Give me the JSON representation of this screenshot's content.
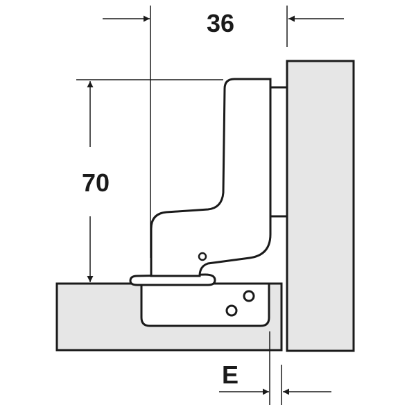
{
  "diagram": {
    "dimensions": {
      "width": {
        "label": "36"
      },
      "height": {
        "label": "70"
      },
      "overlay": {
        "label": "E"
      }
    },
    "colors": {
      "panel_fill": "#e6e6e6",
      "hinge_fill": "#ffffff",
      "line": "#1a1a1a"
    }
  }
}
